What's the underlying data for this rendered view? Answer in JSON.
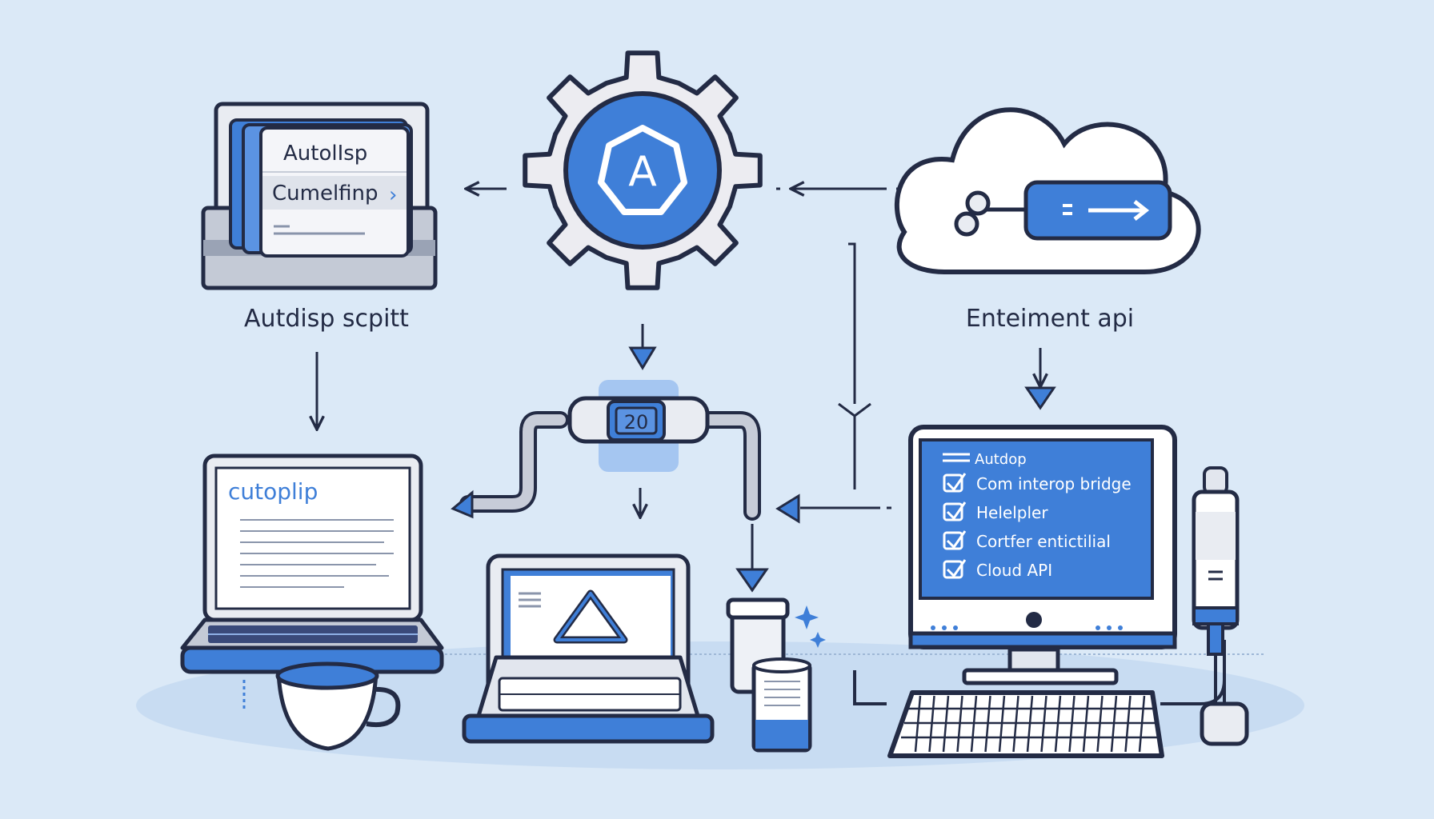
{
  "colors": {
    "background": "#dbe9f7",
    "accent_blue": "#3f7fd8",
    "outline": "#232b45",
    "light_gray": "#e9ecf2",
    "white": "#ffffff"
  },
  "left_box": {
    "card_line1": "AutolIsp",
    "card_line2": "Cumelfinp",
    "card_chevron": "›",
    "caption": "Autdisp scpitt"
  },
  "gear": {
    "logo_letter": "A"
  },
  "cloud": {
    "caption": "Enteiment api"
  },
  "connector": {
    "label": "20"
  },
  "left_laptop": {
    "title": "cutoplip"
  },
  "monitor": {
    "header": "Autdop",
    "items": [
      "Com interop bridge",
      "Helelpler",
      "Cortfer entictilial",
      "Cloud API"
    ]
  },
  "icons": [
    "settings-gear-icon",
    "cloud-icon",
    "coffee-cup-icon",
    "usb-plug-icon",
    "jar-icon",
    "sparkle-icon",
    "checkbox-icon",
    "arrow-icon"
  ]
}
